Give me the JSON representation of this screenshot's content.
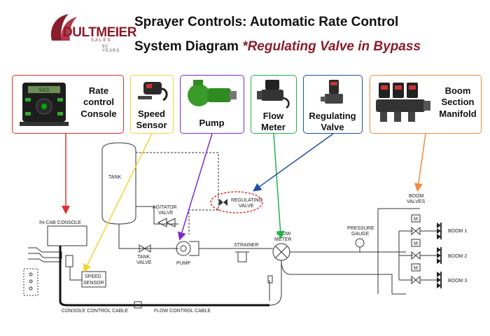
{
  "logo": {
    "name": "DULTMEIER",
    "sub": "SALES",
    "years": "90 YEARS"
  },
  "title": {
    "line1": "Sprayer Controls: Automatic Rate Control",
    "line2_plain": "System Diagram ",
    "line2_italic": "*Regulating Valve in Bypass"
  },
  "cards": {
    "console": {
      "line1": "Rate",
      "line2": "control",
      "line3": "Console",
      "display": "563",
      "color": "#e0302b"
    },
    "speed": {
      "line1": "Speed",
      "line2": "Sensor",
      "color": "#f2d43a"
    },
    "pump": {
      "line1": "Pump",
      "color": "#7b2cc9"
    },
    "flow": {
      "line1": "Flow",
      "line2": "Meter",
      "color": "#22b14c"
    },
    "regvalve": {
      "line1": "Regulating",
      "line2": "Valve",
      "color": "#1f4fa8"
    },
    "boom": {
      "line1": "Boom",
      "line2": "Section",
      "line3": "Manifold",
      "color": "#f08a3c"
    }
  },
  "diagram": {
    "tank": "TANK",
    "agitator1": "AGITATOR",
    "agitator2": "VALVE",
    "regulating1": "REGULATING",
    "regulating2": "VALVE",
    "incab": "IN-CAB CONSOLE",
    "tank_valve1": "TANK",
    "tank_valve2": "VALVE",
    "pump": "PUMP",
    "strainer": "STRAINER",
    "flow_meter1": "FLOW",
    "flow_meter2": "METER",
    "pressure1": "PRESSURE",
    "pressure2": "GAUGE",
    "boom_valves1": "BOOM",
    "boom_valves2": "VALVES",
    "speed1": "SPEED",
    "speed2": "SENSOR",
    "boom1": "BOOM  1",
    "boom2": "BOOM  2",
    "boom3": "BOOM  3",
    "console_cable": "CONSOLE  CONTROL  CABLE",
    "flow_cable": "FLOW  CONTROL  CABLE",
    "valve_m": "M"
  }
}
